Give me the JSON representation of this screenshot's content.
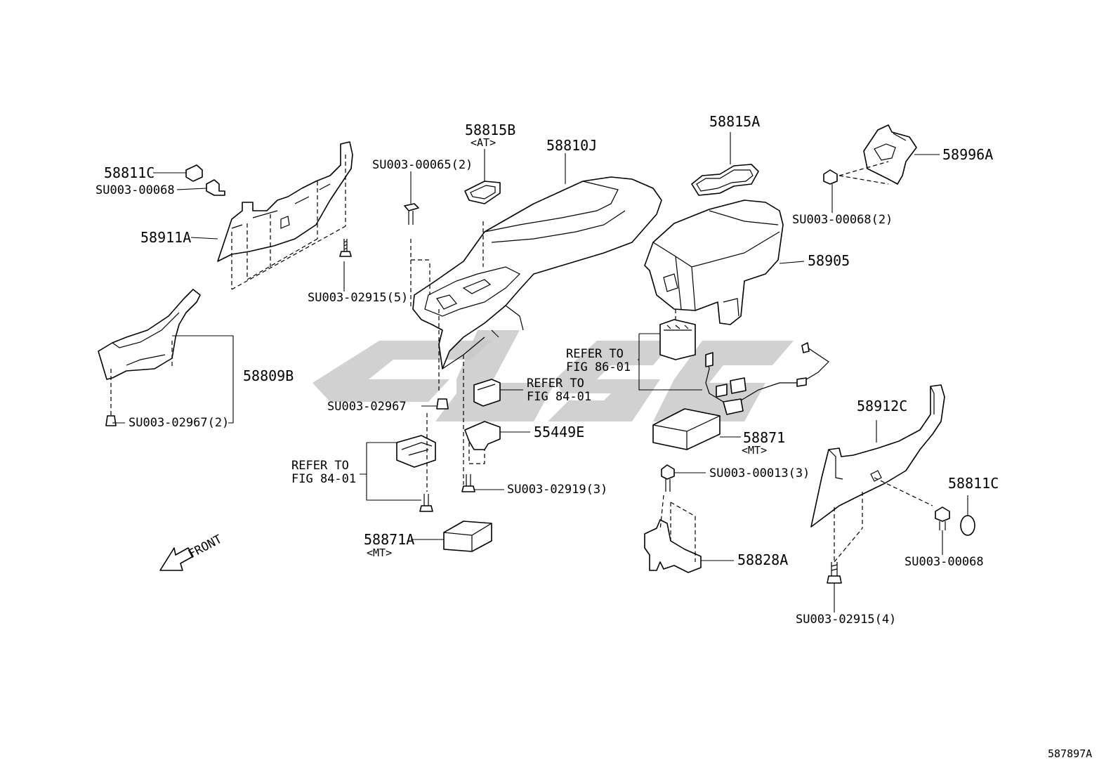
{
  "labels": {
    "p58811C_left": "58811C",
    "su_00068_left": "SU003-00068",
    "p58911A": "58911A",
    "su_02915_5": "SU003-02915(5)",
    "su_00065_2": "SU003-00065(2)",
    "p58815B": "58815B",
    "at": "<AT>",
    "p58810J": "58810J",
    "p58815A": "58815A",
    "p58996A": "58996A",
    "su_00068_2": "SU003-00068(2)",
    "p58905": "58905",
    "p58809B": "58809B",
    "su_02967_2": "SU003-02967(2)",
    "su_02967": "SU003-02967",
    "refer_84_a1": "REFER TO",
    "refer_84_a2": "FIG 84-01",
    "p55449E": "55449E",
    "refer_86_1": "REFER TO",
    "refer_86_2": "FIG 86-01",
    "refer_84_b1": "REFER TO",
    "refer_84_b2": "FIG 84-01",
    "su_02919_3": "SU003-02919(3)",
    "p58871": "58871",
    "mt_1": "<MT>",
    "su_00013_3": "SU003-00013(3)",
    "p58912C": "58912C",
    "p58811C_right": "58811C",
    "su_00068_right": "SU003-00068",
    "p58871A": "58871A",
    "mt_2": "<MT>",
    "p58828A": "58828A",
    "su_02915_4": "SU003-02915(4)",
    "front": "FRONT",
    "figure_id": "587897A"
  }
}
